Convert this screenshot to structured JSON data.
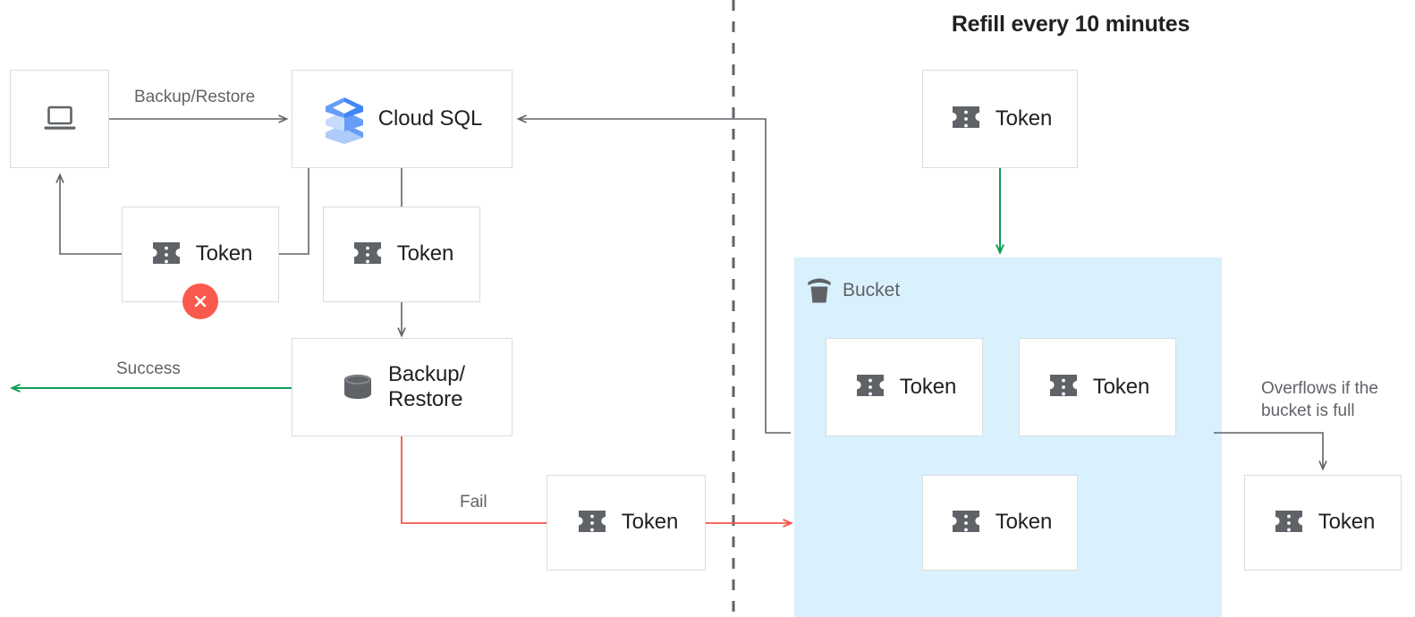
{
  "title": "Refill every 10 minutes",
  "colors": {
    "box_border": "#dadce0",
    "text_primary": "#202124",
    "text_secondary": "#5f6368",
    "arrow_default": "#5f6368",
    "arrow_success": "#0f9d58",
    "arrow_fail": "#f4564a",
    "badge_error": "#fa5a4e",
    "bucket_fill": "#d9f0fd",
    "cloudsql_blue_dark": "#4285f4",
    "cloudsql_blue_mid": "#669df6",
    "cloudsql_blue_light": "#aecbfa",
    "token_gray": "#5f6368"
  },
  "nodes": {
    "client": {
      "label": "",
      "icon": "laptop-icon"
    },
    "cloud_sql": {
      "label": "Cloud SQL",
      "icon": "cloud-sql-icon"
    },
    "token_failed": {
      "label": "Token",
      "icon": "token-icon",
      "badge": "error-x-badge"
    },
    "token_consumed": {
      "label": "Token",
      "icon": "token-icon"
    },
    "backup_restore": {
      "label": "Backup/\nRestore",
      "icon": "database-icon"
    },
    "token_fail_path": {
      "label": "Token",
      "icon": "token-icon"
    },
    "token_refill": {
      "label": "Token",
      "icon": "token-icon"
    },
    "token_bucket_1": {
      "label": "Token",
      "icon": "token-icon"
    },
    "token_bucket_2": {
      "label": "Token",
      "icon": "token-icon"
    },
    "token_bucket_3": {
      "label": "Token",
      "icon": "token-icon"
    },
    "token_overflow": {
      "label": "Token",
      "icon": "token-icon"
    }
  },
  "bucket": {
    "label": "Bucket",
    "icon": "bucket-icon"
  },
  "edge_labels": {
    "backup_restore": "Backup/Restore",
    "success": "Success",
    "fail": "Fail",
    "overflow": "Overflows if the\nbucket is full"
  }
}
